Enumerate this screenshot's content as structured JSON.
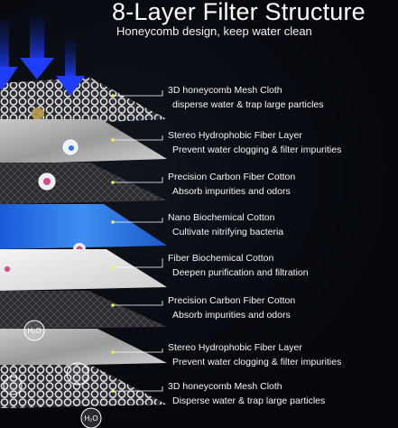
{
  "header": {
    "title": "8-Layer Filter Structure",
    "subtitle": "Honeycomb design, keep water clean"
  },
  "layers": [
    {
      "name": "3D honeycomb Mesh Cloth",
      "desc": "disperse water & trap large particles",
      "texture": "honeycomb-mesh"
    },
    {
      "name": "Stereo Hydrophobic Fiber Layer",
      "desc": "Prevent water clogging & filter impurities",
      "texture": "grey-fiber"
    },
    {
      "name": "Precision Carbon Fiber Cotton",
      "desc": "Absorb impurities and odors",
      "texture": "carbon-weave"
    },
    {
      "name": "Nano Biochemical Cotton",
      "desc": "Cultivate nitrifying bacteria",
      "texture": "blue-sponge"
    },
    {
      "name": "Fiber Biochemical Cotton",
      "desc": "Deepen purification and filtration",
      "texture": "white-cotton"
    },
    {
      "name": "Precision Carbon Fiber Cotton",
      "desc": "Absorb impurities and odors",
      "texture": "carbon-weave"
    },
    {
      "name": "Stereo Hydrophobic Fiber Layer",
      "desc": "Prevent water clogging & filter impurities",
      "texture": "grey-fiber"
    },
    {
      "name": "3D honeycomb Mesh Cloth",
      "desc": "Disperse water & trap large particles",
      "texture": "honeycomb-mesh"
    }
  ],
  "bubbles": [
    "H₂O",
    "H₂O"
  ],
  "icons": [
    "down-arrow-icon",
    "down-arrow-icon"
  ],
  "colors": {
    "background": "#05070c",
    "arrow": "#1f3dff",
    "leader": "#ffffff",
    "dot": "#f5f04a"
  }
}
